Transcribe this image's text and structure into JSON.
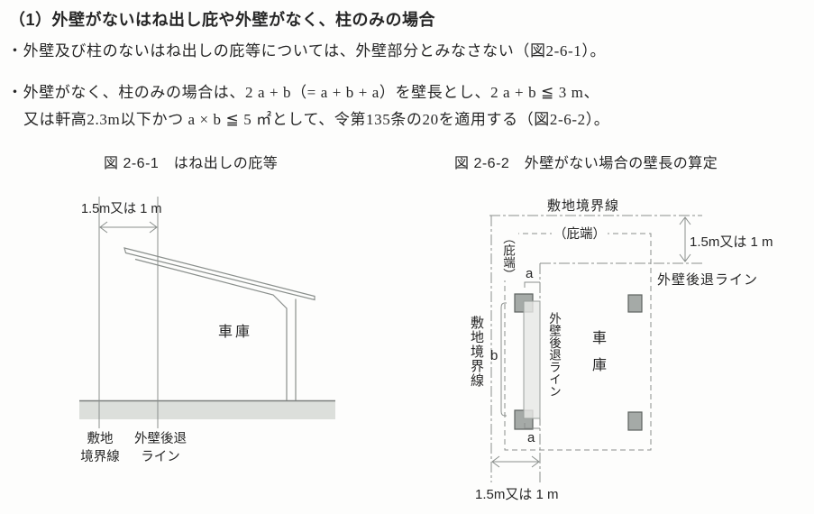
{
  "colors": {
    "page_background": "#fdfdfc",
    "text_ink": "#262626",
    "line_gray": "#8a8f8c",
    "ground_fill": "#dcdfdb",
    "ground_edge": "#7a7f7c",
    "column_fill": "#a5aaa7",
    "column_edge": "#5d625f",
    "wall_bar_fill": "#e6e8e5",
    "wall_bar_edge": "#9aa09c"
  },
  "header": {
    "heading": "（1）外壁がないはね出し庇や外壁がなく、柱のみの場合",
    "bullets": [
      "・外壁及び柱のないはね出しの庇等については、外壁部分とみなさない（図2-6-1）。",
      "・外壁がなく、柱のみの場合は、2 a + b（= a + b + a）を壁長とし、2 a + b ≦ 3 m、",
      "又は軒高2.3m以下かつ a × b ≦ 5 ㎡として、令第135条の20を適用する（図2-6-2）。"
    ]
  },
  "figure1": {
    "title": "図 2-6-1　はね出しの庇等",
    "offset_dim_label": "1.5m又は 1 m",
    "garage_label": "車庫",
    "site_boundary_label_line1": "敷地",
    "site_boundary_label_line2": "境界線",
    "setback_line_label_line1": "外壁後退",
    "setback_line_label_line2": "ライン"
  },
  "figure2": {
    "title": "図 2-6-2　外壁がない場合の壁長の算定",
    "site_boundary_label_top": "敷地境界線",
    "site_boundary_label_left": "敷地境界線",
    "eave_edge_label_top": "（庇端）",
    "eave_edge_label_left": "（庇端）",
    "offset_dim_label_right": "1.5m又は 1 m",
    "offset_dim_label_bottom": "1.5m又は 1 m",
    "setback_line_label": "外壁後退ライン",
    "setback_line_label_vertical": "外壁後退ライン",
    "garage_label": "車庫",
    "dim_a_top_label": "a",
    "dim_a_bottom_label": "a",
    "dim_b_label": "b"
  }
}
